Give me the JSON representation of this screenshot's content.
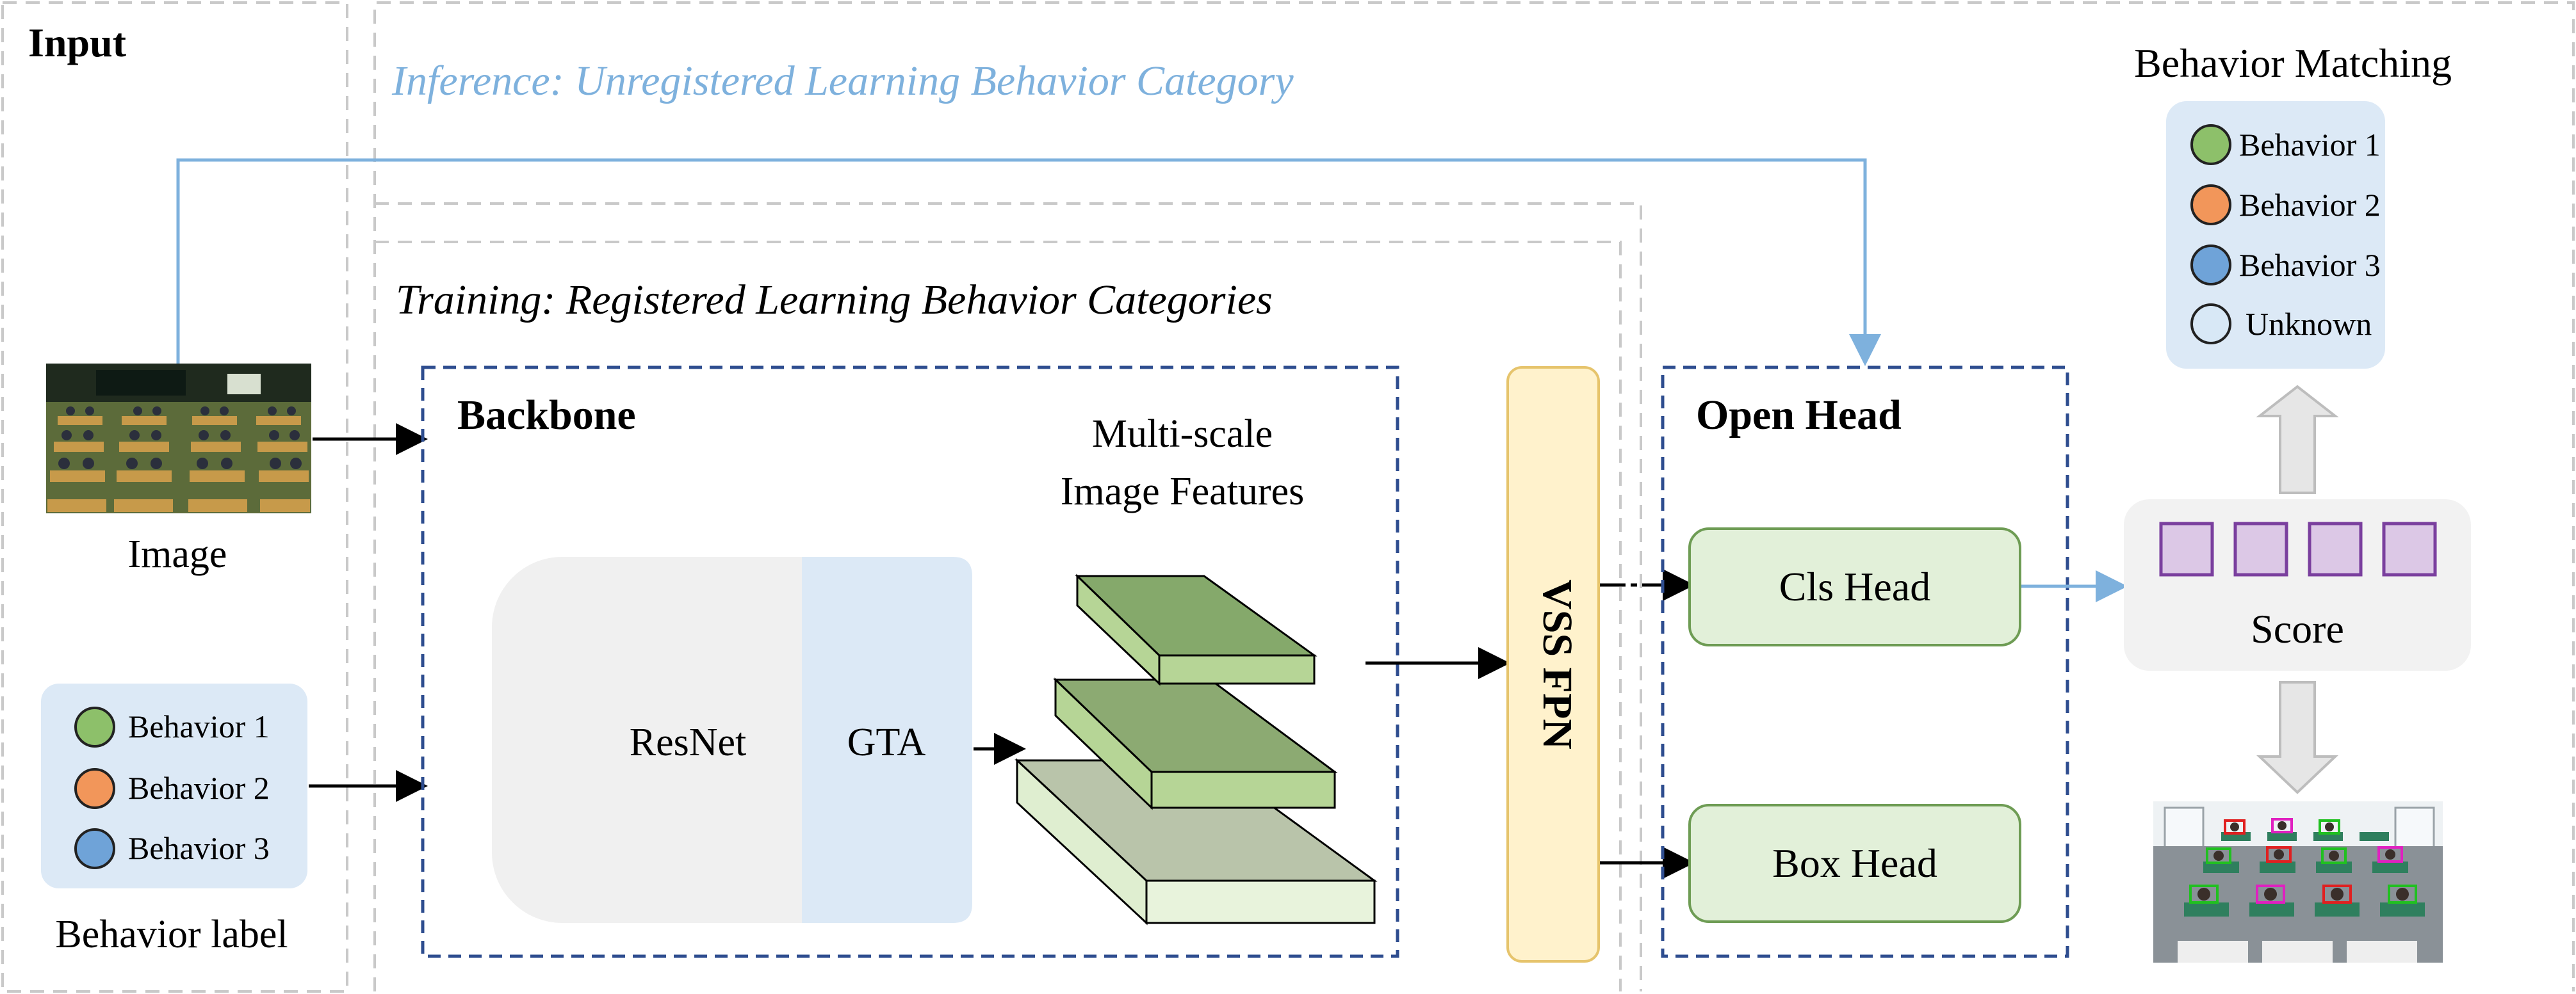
{
  "input": {
    "title": "Input",
    "image_label": "Image",
    "behavior_label": "Behavior label",
    "behaviors": [
      {
        "name": "Behavior 1",
        "color": "#8dc06a"
      },
      {
        "name": "Behavior 2",
        "color": "#f2965a"
      },
      {
        "name": "Behavior 3",
        "color": "#6fa3d8"
      }
    ]
  },
  "inference": {
    "title": "Inference: Unregistered Learning Behavior Category"
  },
  "training": {
    "title": "Training: Registered Learning Behavior Categories"
  },
  "backbone": {
    "title": "Backbone",
    "resnet": "ResNet",
    "gta": "GTA",
    "features_line1": "Multi-scale",
    "features_line2": "Image Features"
  },
  "fpn": {
    "label": "VSS FPN"
  },
  "open_head": {
    "title": "Open Head",
    "cls_head": "Cls Head",
    "box_head": "Box Head"
  },
  "score": {
    "label": "Score",
    "cell_count": 4
  },
  "matching": {
    "title": "Behavior Matching",
    "items": [
      {
        "name": "Behavior 1",
        "color": "#8dc06a"
      },
      {
        "name": "Behavior 2",
        "color": "#f2965a"
      },
      {
        "name": "Behavior 3",
        "color": "#6fa3d8"
      },
      {
        "name": "Unknown",
        "color": "#d8e8f6"
      }
    ]
  },
  "colors": {
    "dashed_gray": "#c9c9c9",
    "dashed_blue": "#2e4d8f",
    "inference_blue": "#7eb1dd",
    "label_box": "#dce9f6",
    "head_fill": "#e2f0d9",
    "head_stroke": "#6e9c54",
    "fpn_fill": "#fff2cc",
    "fpn_stroke": "#e6c46c",
    "score_cell_fill": "#dcc8e6",
    "score_cell_stroke": "#7a3f9e"
  }
}
